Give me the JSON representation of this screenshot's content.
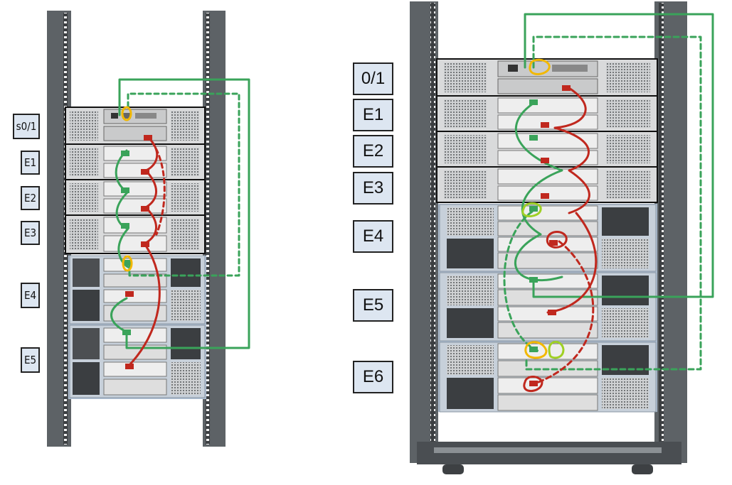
{
  "left_labels": [
    "s0/1",
    "E1",
    "E2",
    "E3",
    "E4",
    "E5"
  ],
  "right_labels": [
    "0/1",
    "E1",
    "E2",
    "E3",
    "E4",
    "E5",
    "E6"
  ],
  "colors": {
    "sas_green": "#3aa35a",
    "sas_red": "#c0281e",
    "highlight_yellow": "#f2b800",
    "highlight_lime": "#9fd024",
    "label_fill": "#dde6f1",
    "rack_frame": "#555a5e"
  }
}
